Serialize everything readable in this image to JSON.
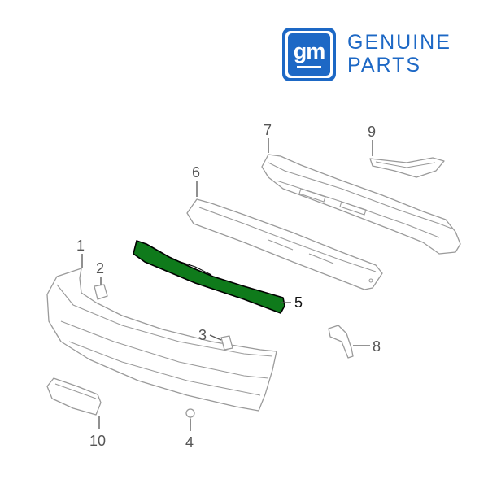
{
  "brand": {
    "logo_text": "gm",
    "line1": "GENUINE",
    "line2": "PARTS",
    "logo_color": "#1d68c5"
  },
  "diagram": {
    "callouts": [
      {
        "id": "1",
        "label": "1"
      },
      {
        "id": "2",
        "label": "2"
      },
      {
        "id": "3",
        "label": "3"
      },
      {
        "id": "4",
        "label": "4"
      },
      {
        "id": "5",
        "label": "5",
        "highlighted": true
      },
      {
        "id": "6",
        "label": "6"
      },
      {
        "id": "7",
        "label": "7"
      },
      {
        "id": "8",
        "label": "8"
      },
      {
        "id": "9",
        "label": "9"
      },
      {
        "id": "10",
        "label": "10"
      }
    ],
    "highlight_color": "#0f7a1b",
    "line_color": "#9a9a9a"
  }
}
